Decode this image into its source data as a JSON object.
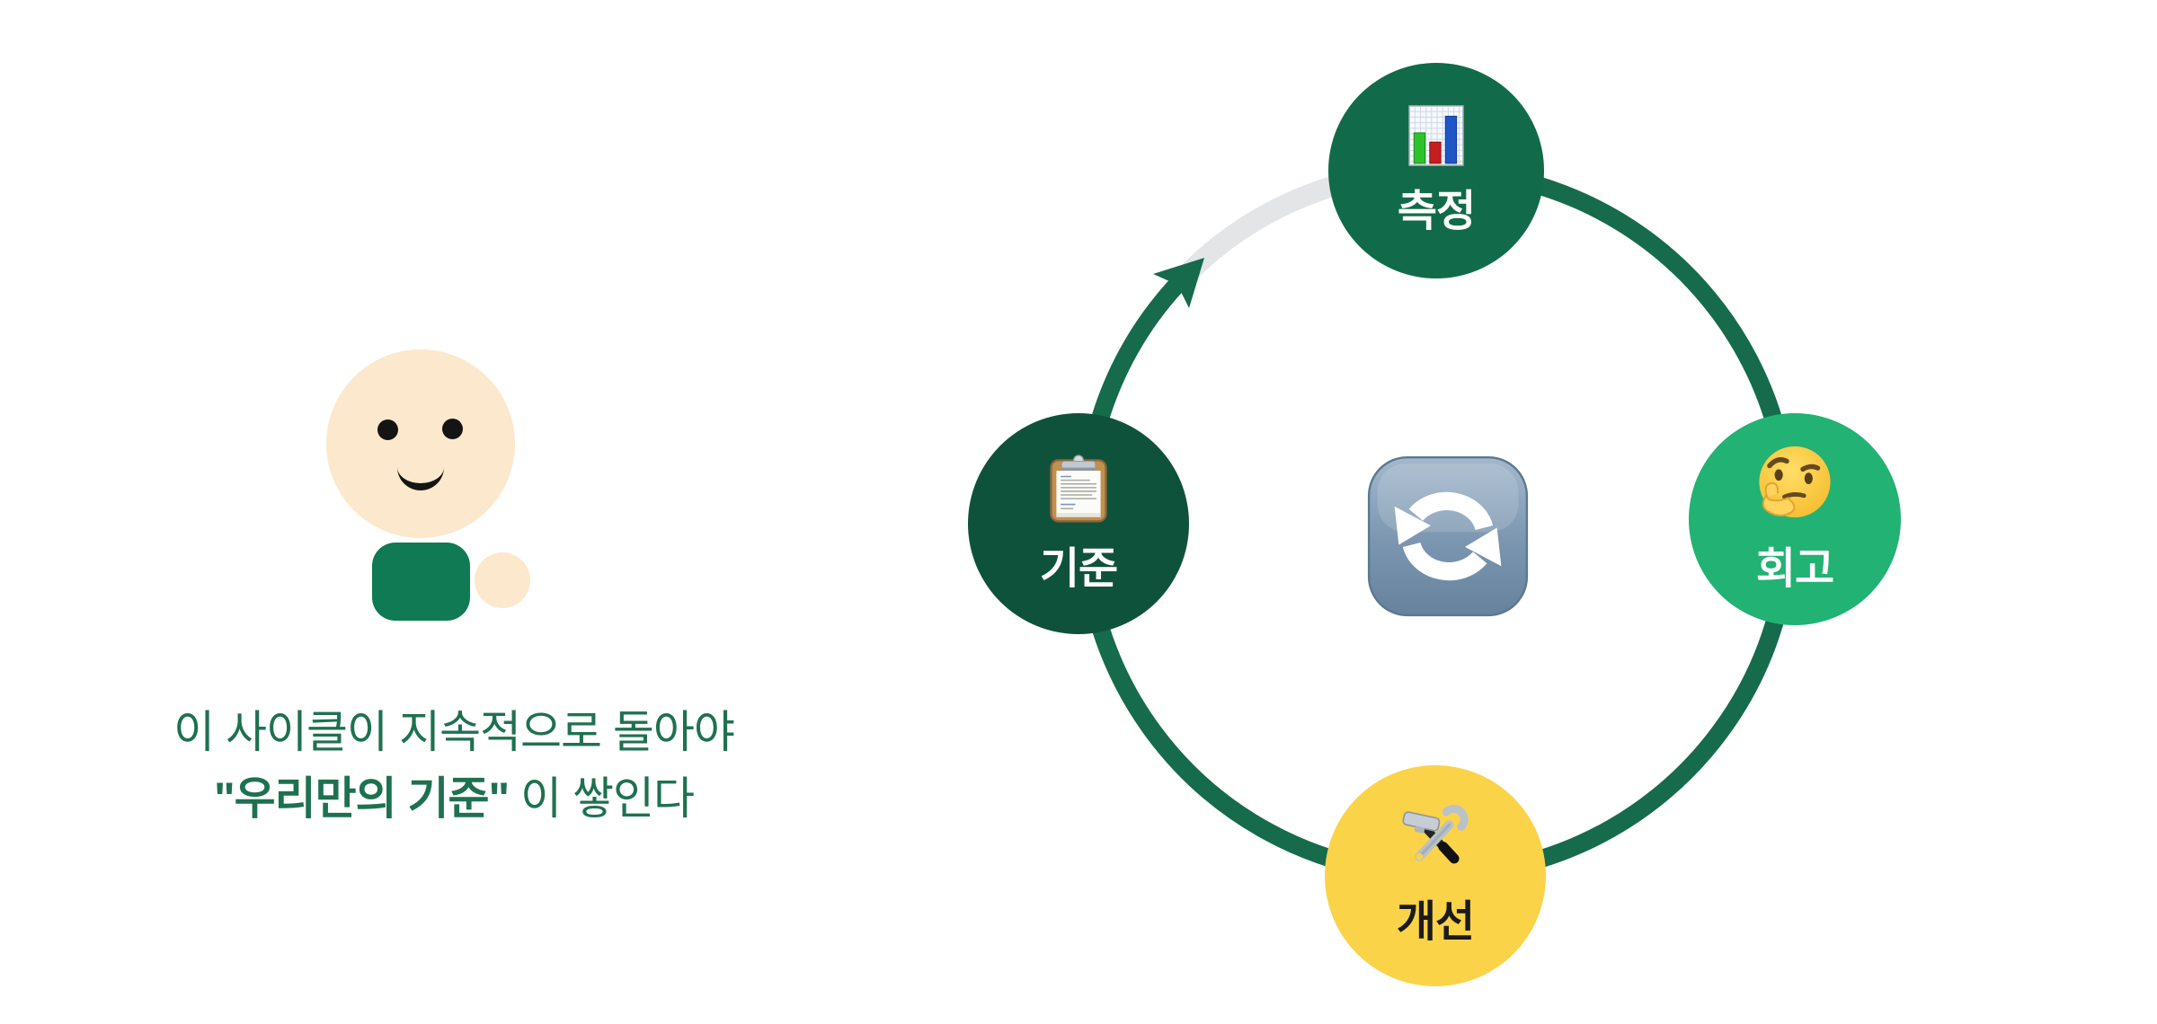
{
  "slide": {
    "caption": {
      "line1": "이 사이클이 지속적으로 돌아야",
      "line2_bold": "\"우리만의 기준\"",
      "line2_rest": " 이 쌓인다"
    },
    "cycle": {
      "nodes": [
        {
          "id": "measure",
          "label": "측정",
          "icon": "bar-chart-icon",
          "bg": "#116B4B",
          "text": "#FFFFFF"
        },
        {
          "id": "retrospect",
          "label": "회고",
          "icon": "thinking-face-icon",
          "bg": "#21B274",
          "text": "#FFFFFF"
        },
        {
          "id": "improve",
          "label": "개선",
          "icon": "hammer-and-wrench-icon",
          "bg": "#FBD348",
          "text": "#1B1B1B"
        },
        {
          "id": "standard",
          "label": "기준",
          "icon": "clipboard-icon",
          "bg": "#0F523B",
          "text": "#FFFFFF"
        }
      ],
      "center_icon": "counterclockwise-arrows-icon",
      "ring_color": "#156B4C",
      "ring_highlight_color": "#E4E5E7",
      "arrow_color": "#156B4C"
    },
    "colors": {
      "background": "#FFFFFF",
      "caption_text": "#1E7150",
      "figure_skin": "#FCE8CC",
      "figure_eyes": "#141414",
      "figure_shirt": "#0F7A53"
    }
  }
}
